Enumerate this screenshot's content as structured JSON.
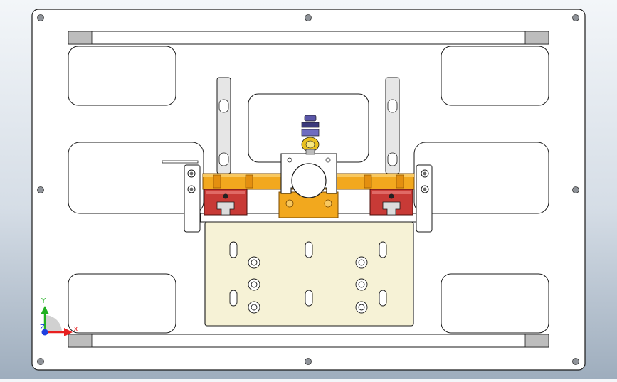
{
  "viewport": {
    "background_top": "#f3f6f9",
    "background_bottom": "#9eadbd"
  },
  "triad": {
    "x_label": "X",
    "y_label": "Y",
    "z_label": "Z",
    "x_color": "#e82020",
    "y_color": "#20b020",
    "z_color": "#2040e0"
  },
  "colors": {
    "plate": "#ffffff",
    "outline": "#1a1a1a",
    "rail_cap": "#bdbdbd",
    "bracket_orange": "#f2a81e",
    "carriage_red": "#c83a36",
    "slider_plate": "#f6f2d6",
    "post_gray": "#d6d6d6"
  }
}
